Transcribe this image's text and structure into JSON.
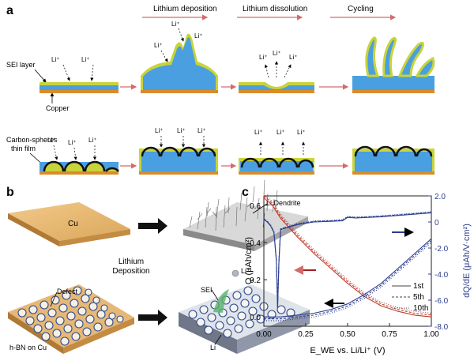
{
  "panel_a": {
    "label": "a",
    "stages": [
      "Lithium deposition",
      "Lithium dissolution",
      "Cycling"
    ],
    "labels": {
      "sei": "SEI layer",
      "copper": "Copper",
      "carbon": "Carbon-spheres",
      "carbon2": "thin film"
    },
    "ion": "Li⁺"
  },
  "panel_b": {
    "label": "b",
    "cu": "Cu",
    "hbn": "h-BN on Cu",
    "dendrite": "Li Dendrite",
    "deposition1": "Lithium",
    "deposition2": "Deposition",
    "defect": "Defect",
    "sei": "SEI",
    "li": "Li",
    "li_ion": "Li⁺"
  },
  "panel_c": {
    "label": "c",
    "chart_data": {
      "type": "line",
      "xlabel": "E_WE vs. Li/Li⁺ (V)",
      "ylabel_left": "Q (μAh/cm²)",
      "ylabel_right": "dQ/dE (μAh/V·cm²)",
      "xlim": [
        0.0,
        1.0
      ],
      "ylim_left": [
        -0.05,
        0.65
      ],
      "ylim_right": [
        -8.0,
        2.0
      ],
      "x_ticks": [
        "0.00",
        "0.25",
        "0.50",
        "0.75",
        "1.00"
      ],
      "y_ticks_left": [
        "0.0",
        "0.2",
        "0.4",
        "0.6"
      ],
      "y_ticks_right": [
        "2.0",
        "0",
        "-2.0",
        "-4.0",
        "-6.0",
        "-8.0"
      ],
      "legend": [
        "1st",
        "5th",
        "10th"
      ],
      "series": [
        {
          "axis": "left",
          "color": "#c0392b",
          "x": [
            0.0,
            0.05,
            0.1,
            0.2,
            0.3,
            0.4,
            0.5,
            0.6,
            0.7,
            0.8,
            0.9,
            1.0
          ],
          "y": [
            0.64,
            0.6,
            0.53,
            0.43,
            0.34,
            0.26,
            0.18,
            0.11,
            0.06,
            0.03,
            0.01,
            0.0
          ]
        },
        {
          "axis": "left",
          "color": "#2c3e8f",
          "x": [
            0.0,
            0.1,
            0.2,
            0.3,
            0.4,
            0.5,
            0.6,
            0.7,
            0.8,
            0.9,
            1.0
          ],
          "y": [
            0.0,
            0.0,
            0.01,
            0.02,
            0.04,
            0.07,
            0.12,
            0.18,
            0.26,
            0.34,
            0.42
          ]
        },
        {
          "axis": "right",
          "color": "#2c3e8f",
          "x": [
            0.0,
            0.02,
            0.04,
            0.06,
            0.075,
            0.082,
            0.09,
            0.1,
            0.12,
            0.2,
            0.3,
            0.4,
            0.47,
            0.5,
            0.55,
            0.7,
            0.85,
            1.0
          ],
          "y": [
            0.2,
            0.0,
            -0.3,
            -0.8,
            -3.0,
            -6.6,
            -3.0,
            -0.6,
            -0.5,
            -0.2,
            0.0,
            0.05,
            0.1,
            0.35,
            0.3,
            0.4,
            0.55,
            0.7
          ]
        }
      ]
    }
  }
}
